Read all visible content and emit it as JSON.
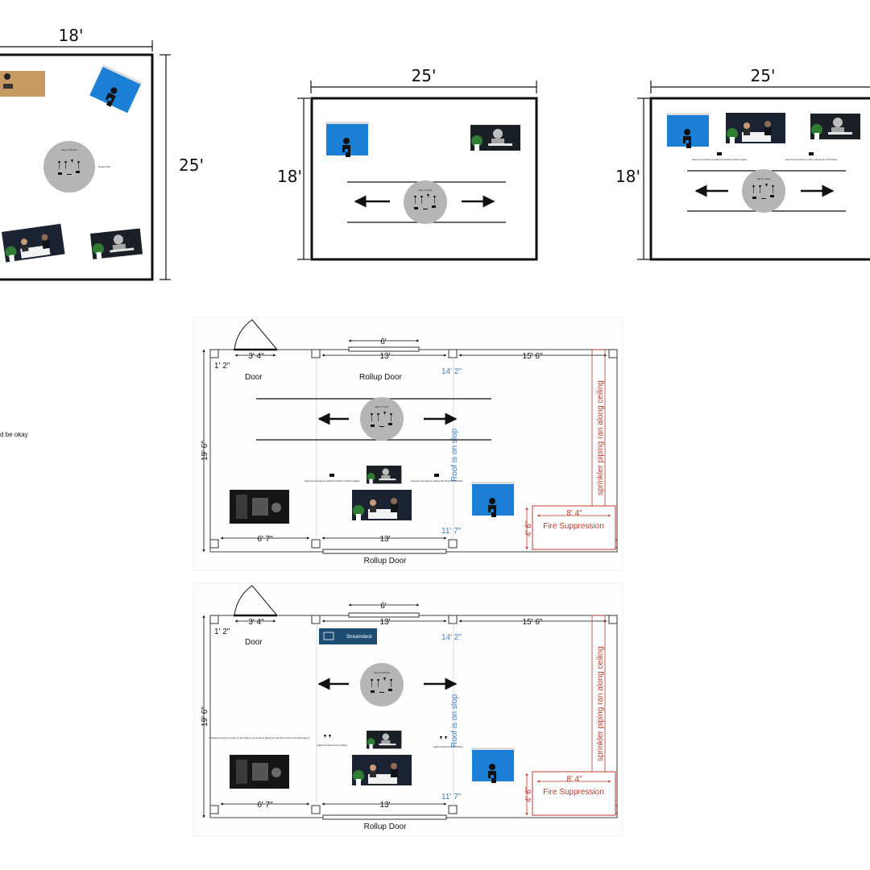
{
  "top_left": {
    "dim_width": "18'",
    "dim_height": "25'",
    "rig_label": "Rig on Wheels",
    "rotate_label": "Rotate 360"
  },
  "top_middle": {
    "dim_width": "25'",
    "dim_height": "18'",
    "rig_label": "Rig on Track"
  },
  "top_right": {
    "dim_width": "25'",
    "dim_height": "18'",
    "rig_label": "Rig on Track",
    "camera_note_1": "Camera mounted to ceiling Podcast & Other Angles",
    "camera_note_2": "Camera mounted to ceiling Top Down & Podcast"
  },
  "side_note": "d be okay",
  "plan1": {
    "door_width": "3' 4\"",
    "top_small": "6'",
    "top_mid": "13'",
    "top_right": "15' 6\"",
    "offset": "1' 2\"",
    "door_label": "Door",
    "rollup_top": "Rollup Door",
    "blue_top": "14' 2\"",
    "blue_bottom": "11' 7\"",
    "height": "19' 6\"",
    "roof_note": "Roof is on slop",
    "sprinkler_note": "sprinkler piping ran along ceiling",
    "fire_width": "8' 4\"",
    "fire_height": "4' 6\"",
    "fire_label": "Fire Suppression",
    "bottom_left": "6' 7\"",
    "bottom_mid": "13'",
    "rollup_bottom": "Rollup Door",
    "rig_label": "Rig on Track",
    "camera_note_1": "Camera mounted to ceiling Podcast & Other Angles",
    "camera_note_2": "Camera mounted to ceiling Top Down & Podcast"
  },
  "plan2": {
    "door_width": "3' 4\"",
    "top_small": "6'",
    "top_mid": "13'",
    "top_right": "15' 6\"",
    "offset": "1' 2\"",
    "door_label": "Door",
    "streamdeck": "Streamdeck",
    "blue_top": "14' 2\"",
    "blue_bottom": "11' 7\"",
    "height": "19' 6\"",
    "roof_note": "Roof is on slop",
    "sprinkler_note": "sprinkler piping ran along ceiling",
    "fire_width": "8' 4\"",
    "fire_height": "4' 6\"",
    "fire_label": "Fire Suppression",
    "bottom_left": "6' 7\"",
    "bottom_mid": "13'",
    "rollup_bottom": "Rollup Door",
    "rig_label": "Rig on Wheels",
    "couch_note": "L-Shaped Couch A touch on the wall so someone is facing on and then others can 90 degrees",
    "light_note_1": "Lights anchored from ceiling",
    "light_note_2": "Lights anchored from ceiling"
  },
  "colors": {
    "wall": "#111111",
    "blue_dim": "#3b7fc4",
    "fire": "#c0392b",
    "backdrop_blue": "#1c7fd6",
    "rig_grey": "#b5b5b5",
    "streamdeck": "#1e4d73"
  }
}
